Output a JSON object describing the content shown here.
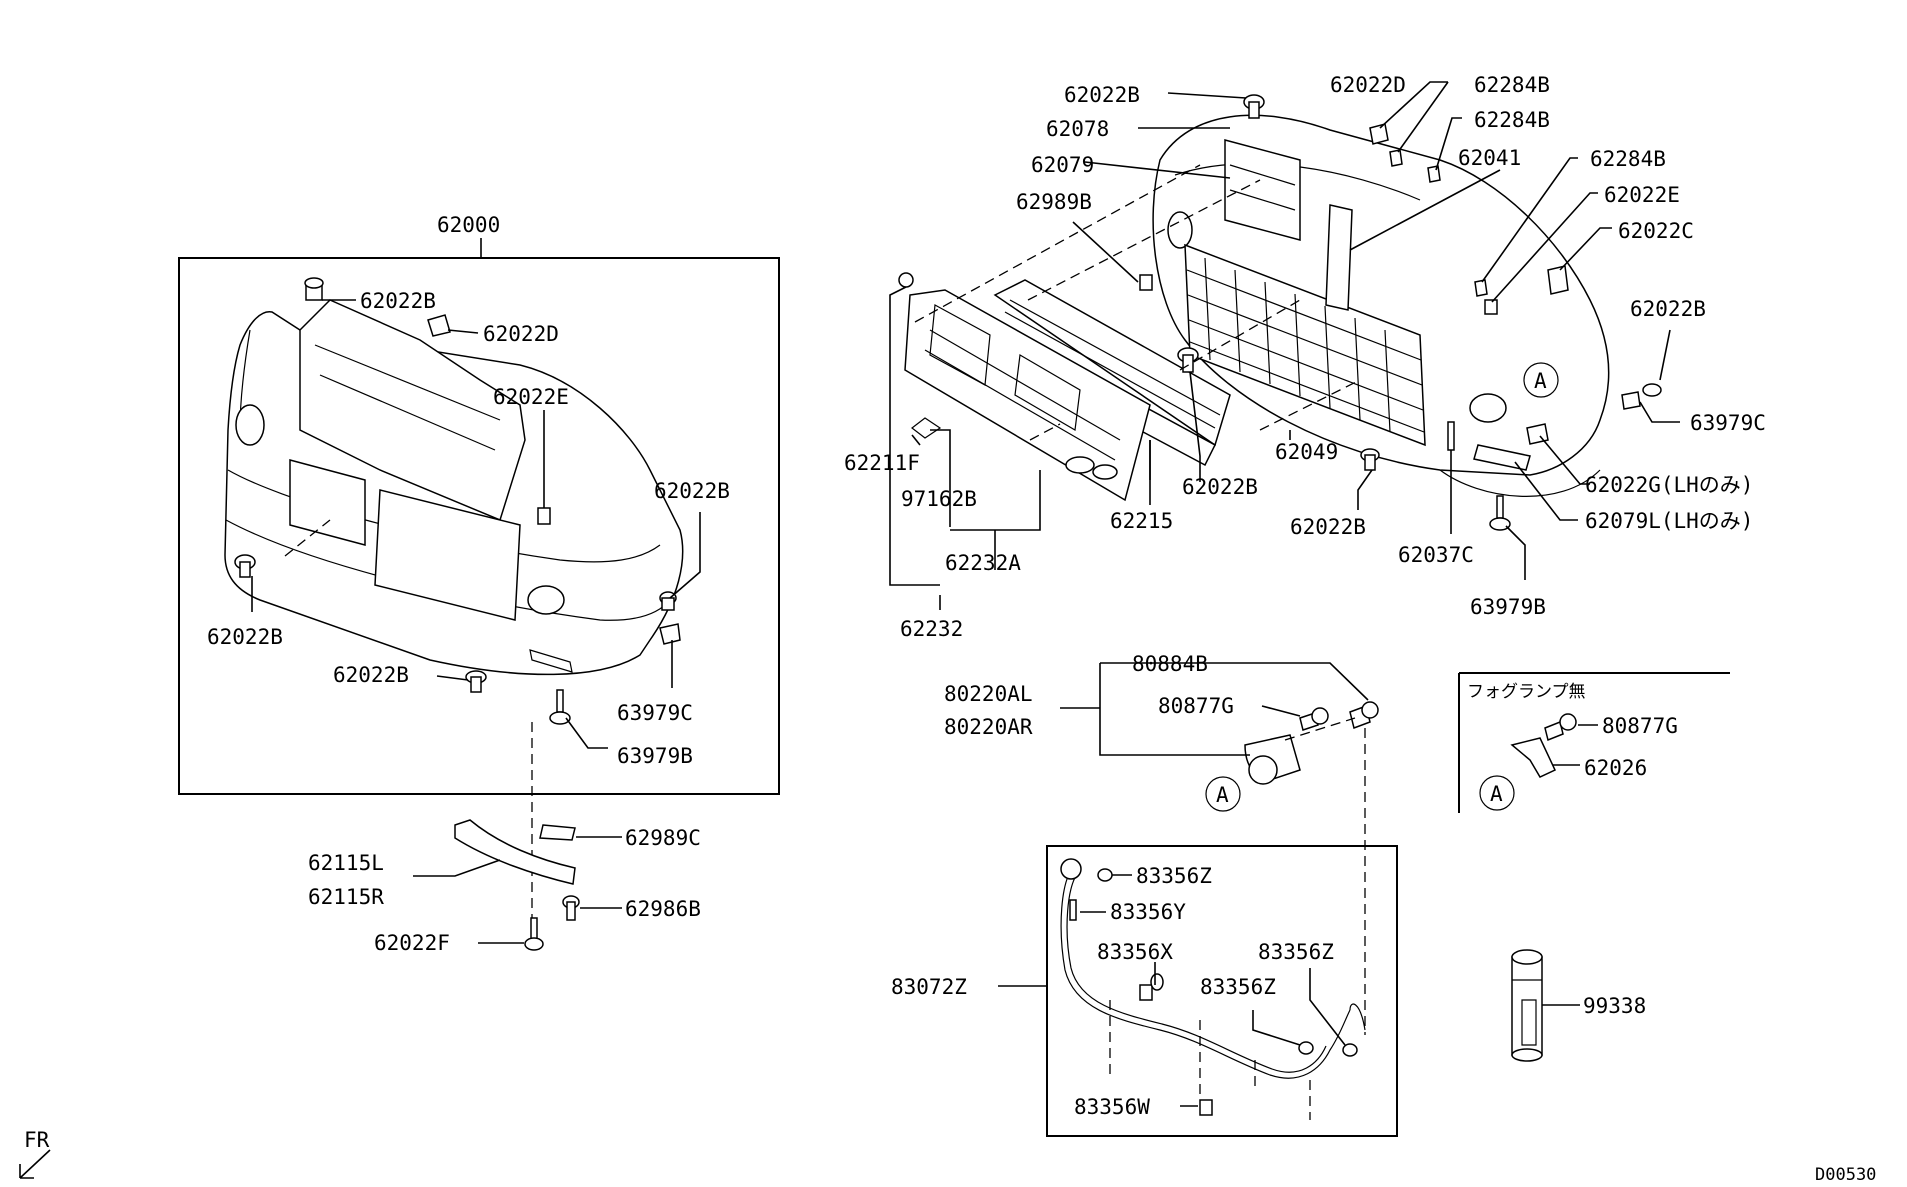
{
  "diagram": {
    "frame_labels": {
      "front_bumper_assy": "62000",
      "fog_lamp_delete": "フォグランプ無"
    },
    "footer": {
      "direction": "FR",
      "drawing_code": "D00530"
    },
    "callout_letter": "A",
    "labels": {
      "l_62000": "62000",
      "l_62022B_a": "62022B",
      "l_62022D_a": "62022D",
      "l_62022E_a": "62022E",
      "l_62022B_b": "62022B",
      "l_62022B_c": "62022B",
      "l_62022B_d": "62022B",
      "l_63979C_a": "63979C",
      "l_63979B_a": "63979B",
      "l_62115L": "62115L",
      "l_62115R": "62115R",
      "l_62989C": "62989C",
      "l_62986B": "62986B",
      "l_62022F": "62022F",
      "l_62022B_e": "62022B",
      "l_62078": "62078",
      "l_62079": "62079",
      "l_62989B": "62989B",
      "l_62022D_b": "62022D",
      "l_62284B_a": "62284B",
      "l_62284B_b": "62284B",
      "l_62041": "62041",
      "l_62284B_c": "62284B",
      "l_62022E_b": "62022E",
      "l_62022C": "62022C",
      "l_62022B_f": "62022B",
      "l_63979C_b": "63979C",
      "l_62022G": "62022G(LHのみ)",
      "l_62079L": "62079L(LHのみ)",
      "l_62211F": "62211F",
      "l_97162B": "97162B",
      "l_62232A": "62232A",
      "l_62232": "62232",
      "l_62215": "62215",
      "l_62022B_g": "62022B",
      "l_62049": "62049",
      "l_62022B_h": "62022B",
      "l_62037C": "62037C",
      "l_63979B_b": "63979B",
      "l_80220AL": "80220AL",
      "l_80220AR": "80220AR",
      "l_80884B": "80884B",
      "l_80877G_a": "80877G",
      "l_80877G_b": "80877G",
      "l_62026": "62026",
      "l_83356Z_a": "83356Z",
      "l_83356Y": "83356Y",
      "l_83356X": "83356X",
      "l_83356Z_b": "83356Z",
      "l_83356Z_c": "83356Z",
      "l_83072Z": "83072Z",
      "l_83356W": "83356W",
      "l_99338": "99338"
    }
  }
}
